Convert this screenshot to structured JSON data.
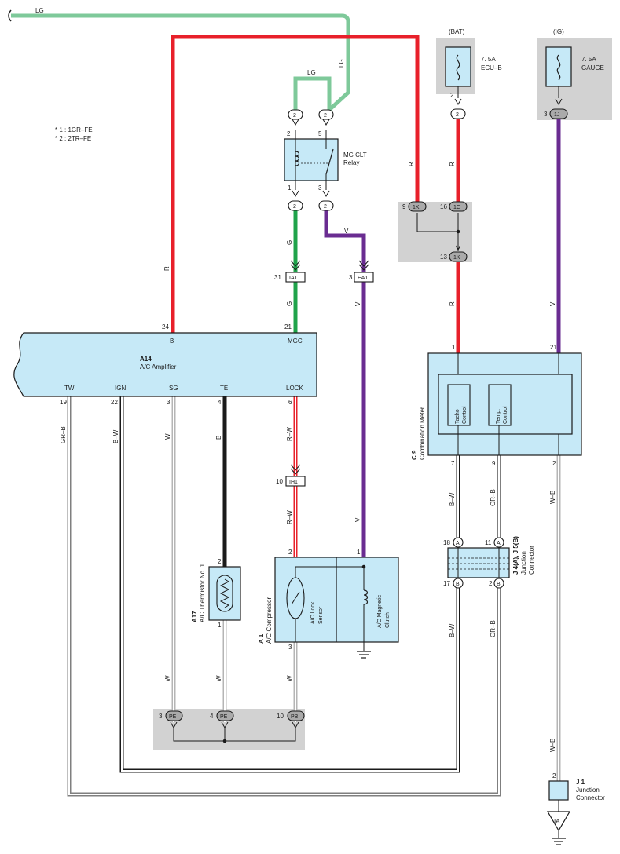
{
  "colors": {
    "LG": "#7ec99a",
    "R": "#e8202a",
    "G": "#1fa34a",
    "V": "#6a2c91",
    "B": "#1a1a1a",
    "W": "#b5b5b5",
    "component_fill": "#c6e9f7",
    "shade": "#d2d2d2"
  },
  "legend": {
    "line1": "* 1 : 1GR–FE",
    "line2": "* 2 : 2TR–FE"
  },
  "wires": {
    "lg_top": "LG",
    "lg_relay": "LG",
    "lg_vertical": "LG",
    "r_amp": "R",
    "r_1k": "R",
    "r_fuse": "R",
    "r_meter": "R",
    "g": "G",
    "g2": "G",
    "v_relay": "V",
    "v_ea1": "V",
    "v_clutch": "V",
    "v_gauge": "V",
    "grb_tw": "GR–B",
    "bw_ign": "B–W",
    "w_sg": "W",
    "b_te": "B",
    "rw_lock": "R–W",
    "rw_lock2": "R–W",
    "w_therm": "W",
    "w_sg2": "W",
    "w_comp": "W",
    "bw_meter": "B–W",
    "grb_meter": "GR–B",
    "wb_meter": "W–B",
    "bw_j": "B–W",
    "grb_j": "GR–B",
    "wb_j": "W–B"
  },
  "fuses": {
    "bat": {
      "source": "(BAT)",
      "rating": "7. 5A",
      "name": "ECU–B"
    },
    "ig": {
      "source": "(IG)",
      "rating": "7. 5A",
      "name": "GAUGE"
    }
  },
  "relay": {
    "name1": "MG CLT",
    "name2": "Relay"
  },
  "amplifier": {
    "code": "A14",
    "name": "A/C Amplifier",
    "pins_top": [
      "B",
      "MGC"
    ],
    "pins_bottom": [
      "TW",
      "IGN",
      "SG",
      "TE",
      "LOCK"
    ]
  },
  "meter": {
    "code": "C 9",
    "name": "Combination Meter",
    "tacho1": "Tacho",
    "tacho2": "Control",
    "temp1": "Temp.",
    "temp2": "Control"
  },
  "thermistor": {
    "code": "A17",
    "name": "A/C Thermistor No. 1"
  },
  "compressor": {
    "code": "A 1",
    "name": "A/C Compressor",
    "sensor1": "A/C Lock",
    "sensor2": "Sensor",
    "clutch1": "A/C Magnetic",
    "clutch2": "Clutch"
  },
  "junction_j4": {
    "code": "J 4(A), J 5(B)",
    "name1": "Junction",
    "name2": "Connector"
  },
  "junction_j1": {
    "code": "J 1",
    "name1": "Junction",
    "name2": "Connector"
  },
  "connectors": {
    "relay_in_2a": "2",
    "relay_in_2b": "2",
    "relay_out_2a": "2",
    "relay_out_2b": "2",
    "fuse_bat_2": "2",
    "fuse_ig_1j": "1J",
    "k1a": "1K",
    "c1": "1C",
    "k1b": "1K",
    "ia1": "IA1",
    "ea1": "EA1",
    "ih1": "IH1",
    "pe1": "PE",
    "pe2": "PE",
    "pb": "PB",
    "ja": "A",
    "jb_a": "A",
    "jb17": "B",
    "jb2": "B",
    "ia": "IA"
  },
  "pins": {
    "relay_2": "2",
    "relay_5": "5",
    "relay_1": "1",
    "relay_3": "3",
    "fuse_bat_2": "2",
    "fuse_ig_3": "3",
    "k9": "9",
    "c16": "16",
    "k13": "13",
    "ia1_31": "31",
    "ea1_3": "3",
    "amp_24": "24",
    "amp_21": "21",
    "amp_19": "19",
    "amp_22": "22",
    "amp_3": "3",
    "amp_4": "4",
    "amp_6": "6",
    "ih1_10": "10",
    "therm_2": "2",
    "therm_1": "1",
    "comp_2": "2",
    "comp_1": "1",
    "comp_3": "3",
    "meter_1": "1",
    "meter_21": "21",
    "meter_7": "7",
    "meter_9": "9",
    "meter_2": "2",
    "j_18": "18",
    "j_11": "11",
    "j_17": "17",
    "j_2": "2",
    "pe_3": "3",
    "pe_4": "4",
    "pb_10": "10",
    "j1_2": "2"
  }
}
